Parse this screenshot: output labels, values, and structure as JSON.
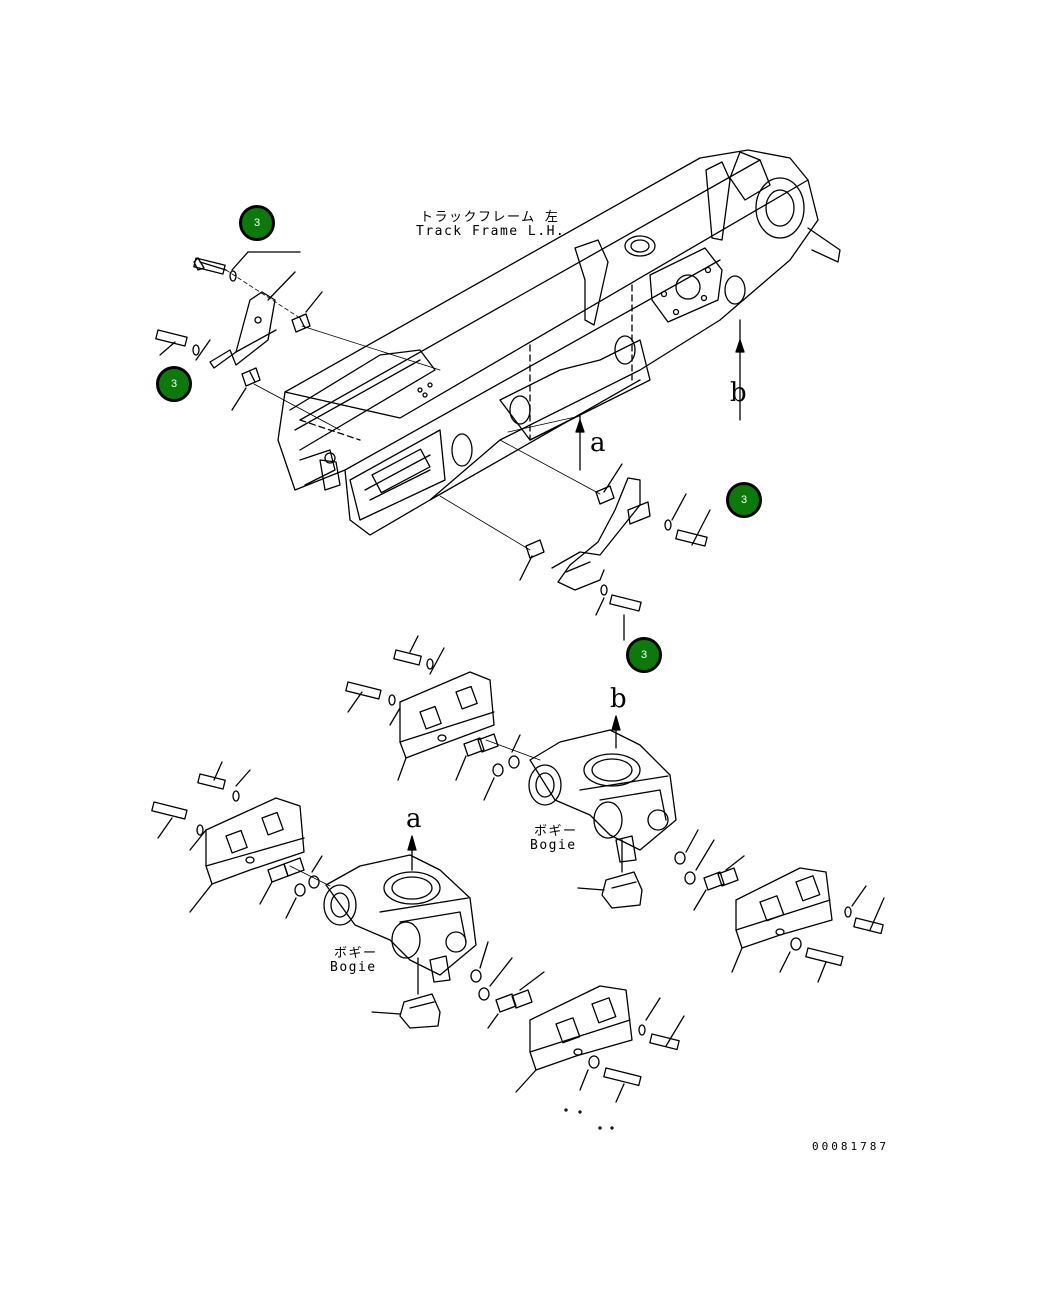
{
  "labels": {
    "frame_jp": "トラックフレーム 左",
    "frame_en": "Track Frame L.H.",
    "bogie_left_jp": "ボギー",
    "bogie_left_en": "Bogie",
    "bogie_right_jp": "ボギー",
    "bogie_right_en": "Bogie",
    "view_a_top": "a",
    "view_b_top": "b",
    "view_a_bottom": "a",
    "view_b_bottom": "b",
    "doc_number": "00081787"
  },
  "callouts": [
    {
      "number": "3",
      "color": "#0b7a0b"
    },
    {
      "number": "3",
      "color": "#0b7a0b"
    },
    {
      "number": "3",
      "color": "#0b7a0b"
    },
    {
      "number": "3",
      "color": "#0b7a0b"
    }
  ]
}
